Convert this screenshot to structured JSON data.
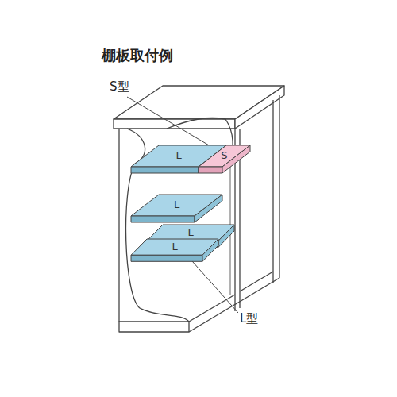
{
  "diagram": {
    "title": "棚板取付例",
    "nodes": [
      {
        "text": [
          "L"
        ]
      },
      {
        "text": [
          "S"
        ]
      },
      {
        "text": [
          "L"
        ]
      },
      {
        "text": [
          "L"
        ]
      },
      {
        "text": [
          "L"
        ]
      }
    ],
    "labels": [
      "S型",
      "L型"
    ]
  }
}
